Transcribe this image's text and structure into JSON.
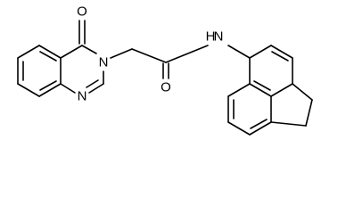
{
  "molecule": {
    "atom_labels": {
      "carbonyl_oxygen_ring": "O",
      "ring_nitrogen_3": "N",
      "ring_nitrogen_1": "N",
      "amide_oxygen": "O",
      "amide_nitrogen": "N",
      "amide_hydrogen": "H"
    },
    "colors": {
      "bond": "#000000",
      "label": "#000000",
      "background": "#ffffff"
    }
  }
}
